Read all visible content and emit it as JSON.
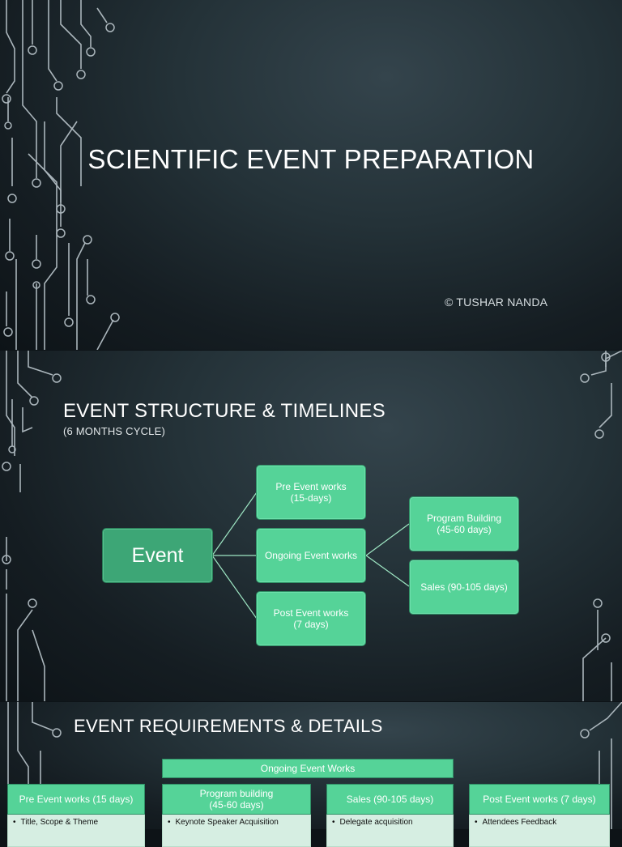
{
  "slide1": {
    "title": "SCIENTIFIC EVENT PREPARATION",
    "author": "© TUSHAR NANDA"
  },
  "slide2": {
    "title": "EVENT STRUCTURE & TIMELINES",
    "subtitle": "(6 MONTHS CYCLE)",
    "root": "Event",
    "phases": [
      {
        "label": "Pre Event works\n(15-days)"
      },
      {
        "label": "Ongoing Event works"
      },
      {
        "label": "Post Event works\n(7 days)"
      }
    ],
    "ongoing_children": [
      {
        "label": "Program Building\n(45-60 days)"
      },
      {
        "label": "Sales (90-105 days)"
      }
    ]
  },
  "slide3": {
    "title": "EVENT REQUIREMENTS & DETAILS",
    "banner": "Ongoing Event Works",
    "columns": [
      {
        "header": "Pre Event works (15 days)",
        "items": [
          "Title, Scope & Theme"
        ]
      },
      {
        "header": "Program building\n(45-60 days)",
        "items": [
          "Keynote Speaker Acquisition"
        ]
      },
      {
        "header": "Sales (90-105 days)",
        "items": [
          "Delegate acquisition"
        ]
      },
      {
        "header": "Post Event works (7 days)",
        "items": [
          "Attendees Feedback"
        ]
      }
    ]
  },
  "colors": {
    "accent": "#55d398",
    "accent_dark": "#3da676",
    "background": "#1c272d",
    "circuit": "#aab5bb"
  }
}
